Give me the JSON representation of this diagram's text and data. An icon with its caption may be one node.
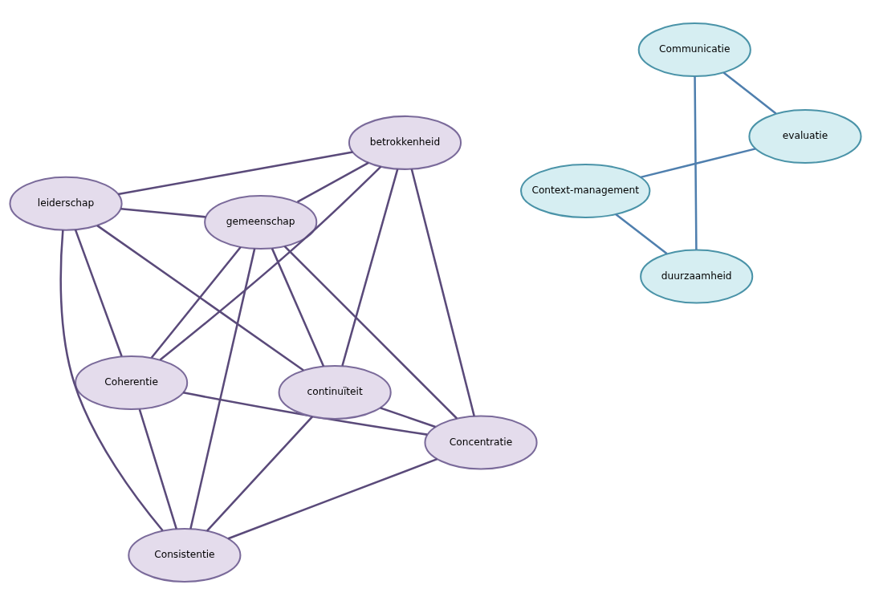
{
  "diagram": {
    "nodes": [
      {
        "text": [
          "Context-management"
        ]
      },
      {
        "text": [
          "Coherentie"
        ]
      },
      {
        "text": [
          "Concentratie"
        ]
      },
      {
        "text": [
          "Consistentie"
        ]
      },
      {
        "text": [
          "evaluatie"
        ]
      },
      {
        "text": [
          "gemeenschap"
        ]
      },
      {
        "text": [
          "duurzaamheid"
        ]
      },
      {
        "text": [
          "betrokkenheid"
        ]
      },
      {
        "text": [
          "leiderschap"
        ]
      },
      {
        "text": [
          "continuïteit"
        ]
      },
      {
        "text": [
          "Communicatie"
        ]
      }
    ],
    "edges": [
      {
        "from": 1,
        "to": 2,
        "arrow": "none"
      },
      {
        "from": 1,
        "to": 3,
        "arrow": "none"
      },
      {
        "from": 1,
        "to": 5,
        "arrow": "none"
      },
      {
        "from": 1,
        "to": 7,
        "arrow": "none"
      },
      {
        "from": 1,
        "to": 8,
        "arrow": "none"
      },
      {
        "from": 2,
        "to": 3,
        "arrow": "none"
      },
      {
        "from": 2,
        "to": 5,
        "arrow": "none"
      },
      {
        "from": 2,
        "to": 7,
        "arrow": "none"
      },
      {
        "from": 2,
        "to": 9,
        "arrow": "none"
      },
      {
        "from": 3,
        "to": 5,
        "arrow": "none"
      },
      {
        "from": 3,
        "to": 8,
        "arrow": "none"
      },
      {
        "from": 3,
        "to": 9,
        "arrow": "none"
      },
      {
        "from": 5,
        "to": 7,
        "arrow": "none"
      },
      {
        "from": 5,
        "to": 8,
        "arrow": "none"
      },
      {
        "from": 5,
        "to": 9,
        "arrow": "none"
      },
      {
        "from": 7,
        "to": 8,
        "arrow": "none"
      },
      {
        "from": 7,
        "to": 9,
        "arrow": "none"
      },
      {
        "from": 8,
        "to": 9,
        "arrow": "none"
      },
      {
        "from": 0,
        "to": 6,
        "arrow": "none",
        "color": "#4f7fae"
      },
      {
        "from": 6,
        "to": 10,
        "arrow": "none",
        "color": "#4f7fae"
      },
      {
        "from": 10,
        "to": 4,
        "arrow": "none",
        "color": "#4f7fae"
      },
      {
        "from": 4,
        "to": 0,
        "arrow": "none",
        "color": "#4f7fae"
      }
    ]
  }
}
